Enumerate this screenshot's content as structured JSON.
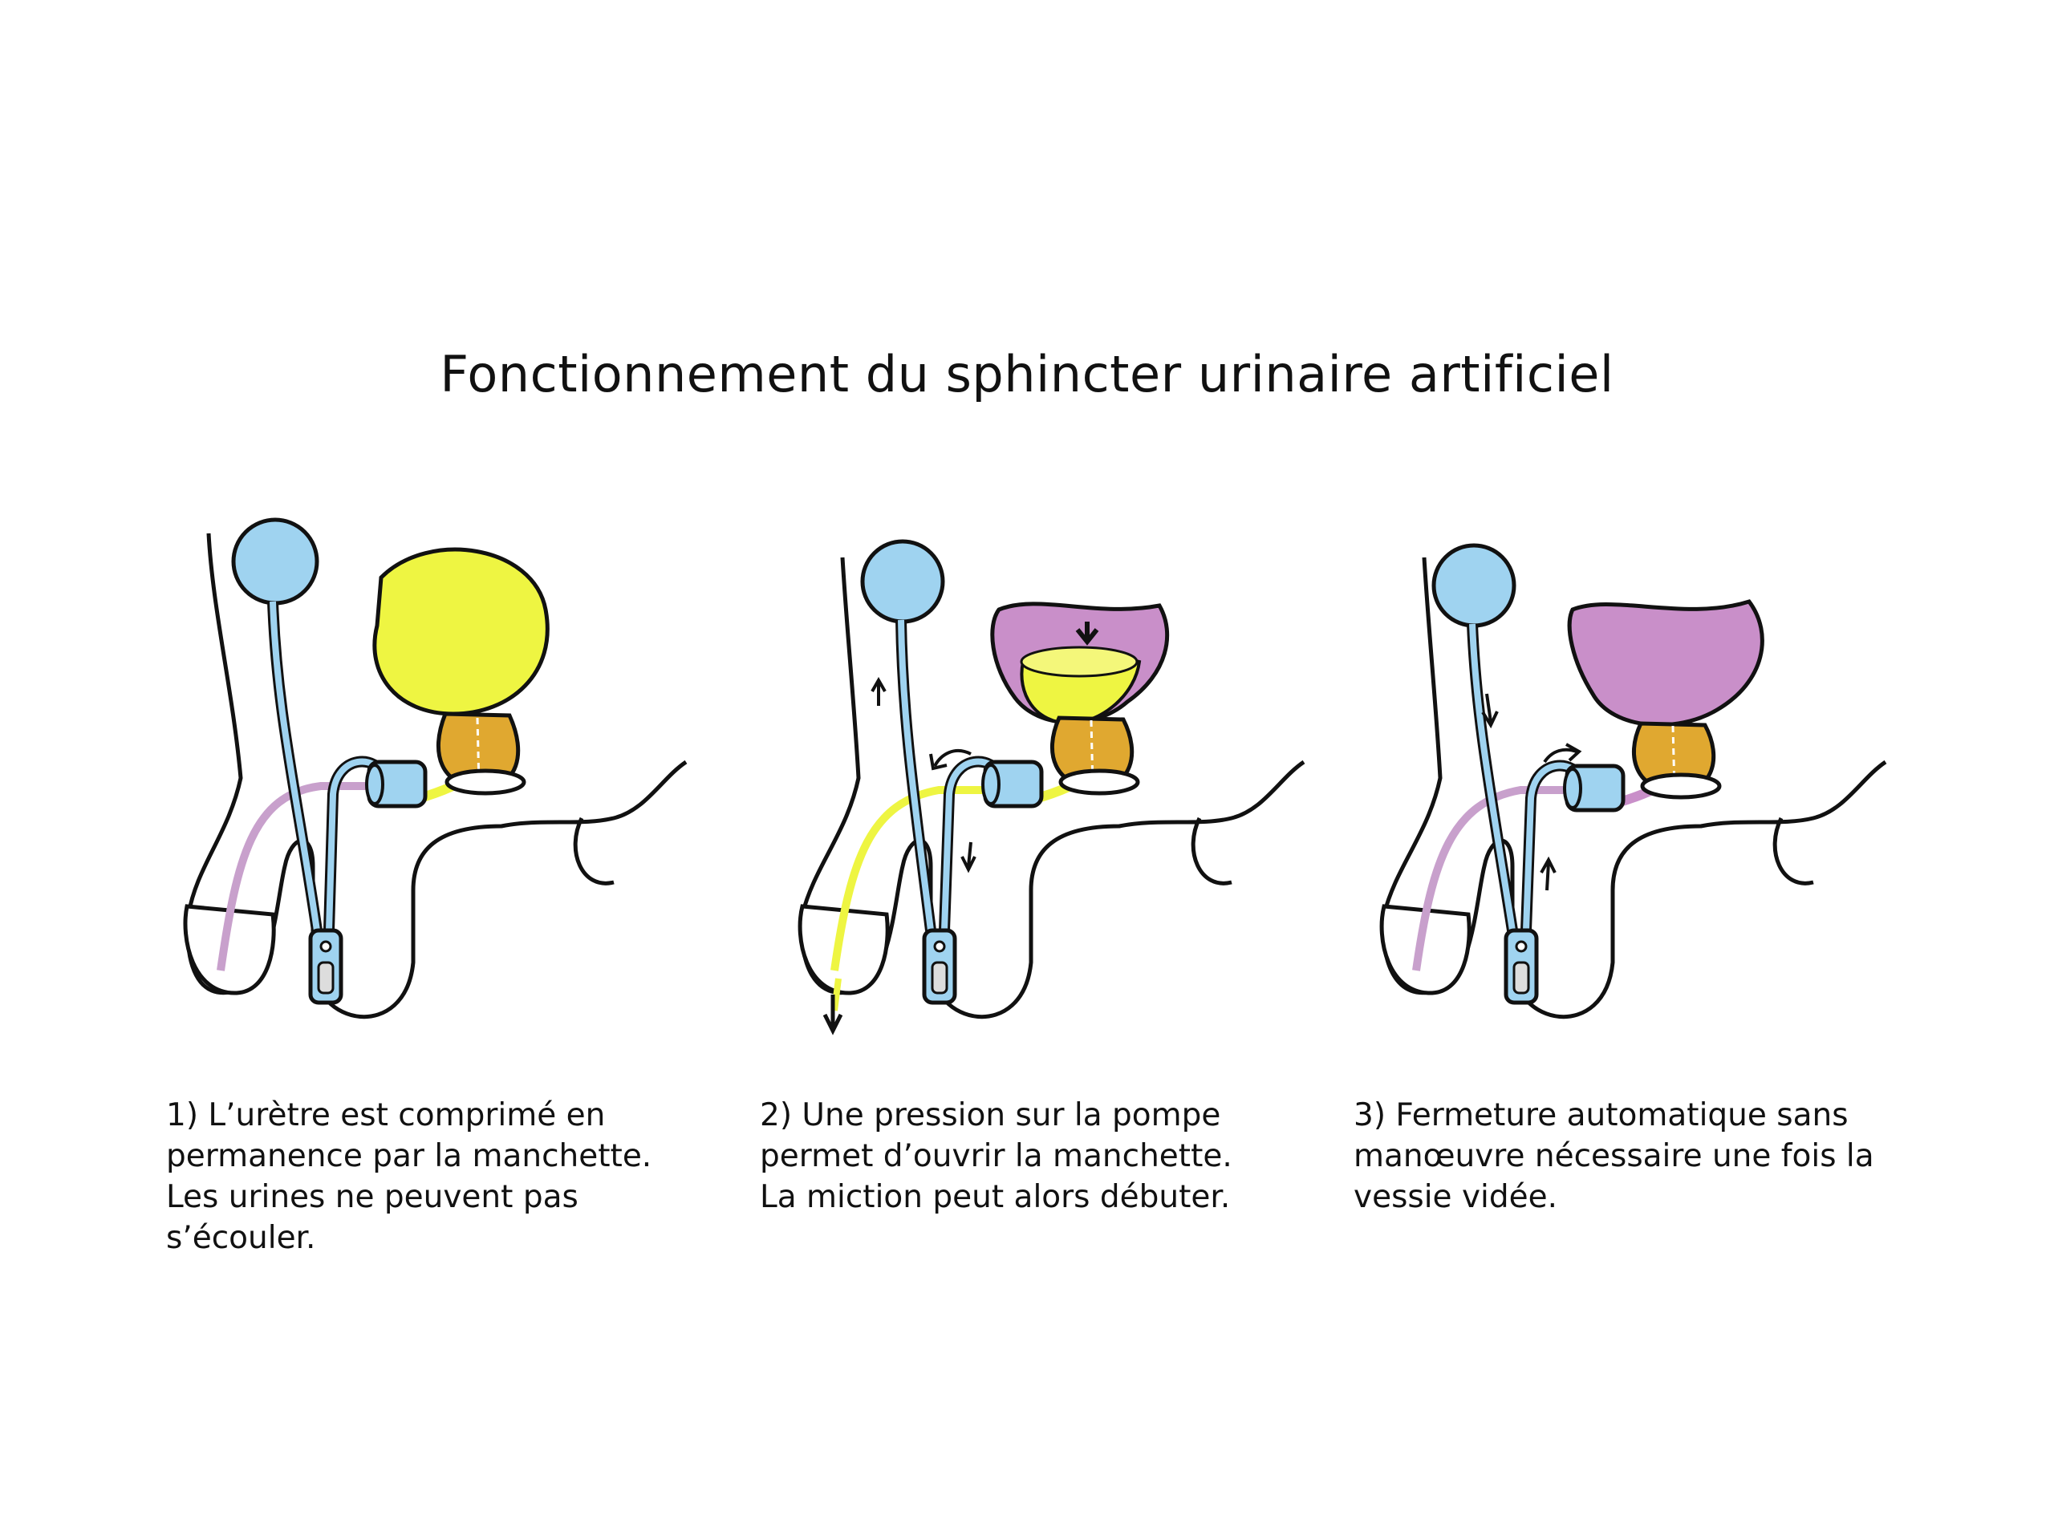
{
  "title": "Fonctionnement du sphincter urinaire artificiel",
  "colors": {
    "reservoir": "#9fd3f0",
    "urine": "#eef542",
    "bladder_empty": "#c98fc9",
    "prostate": "#e0a830",
    "outline": "#111111"
  },
  "panels": [
    {
      "caption": "1) L’urètre est comprimé en\npermanence par la manchette.\nLes urines ne peuvent pas\ns’écouler."
    },
    {
      "caption": "2) Une pression sur la pompe\npermet d’ouvrir la manchette.\nLa miction peut alors débuter."
    },
    {
      "caption": "3) Fermeture automatique sans\nmanœuvre nécessaire une fois la\nvessie vidée."
    }
  ]
}
